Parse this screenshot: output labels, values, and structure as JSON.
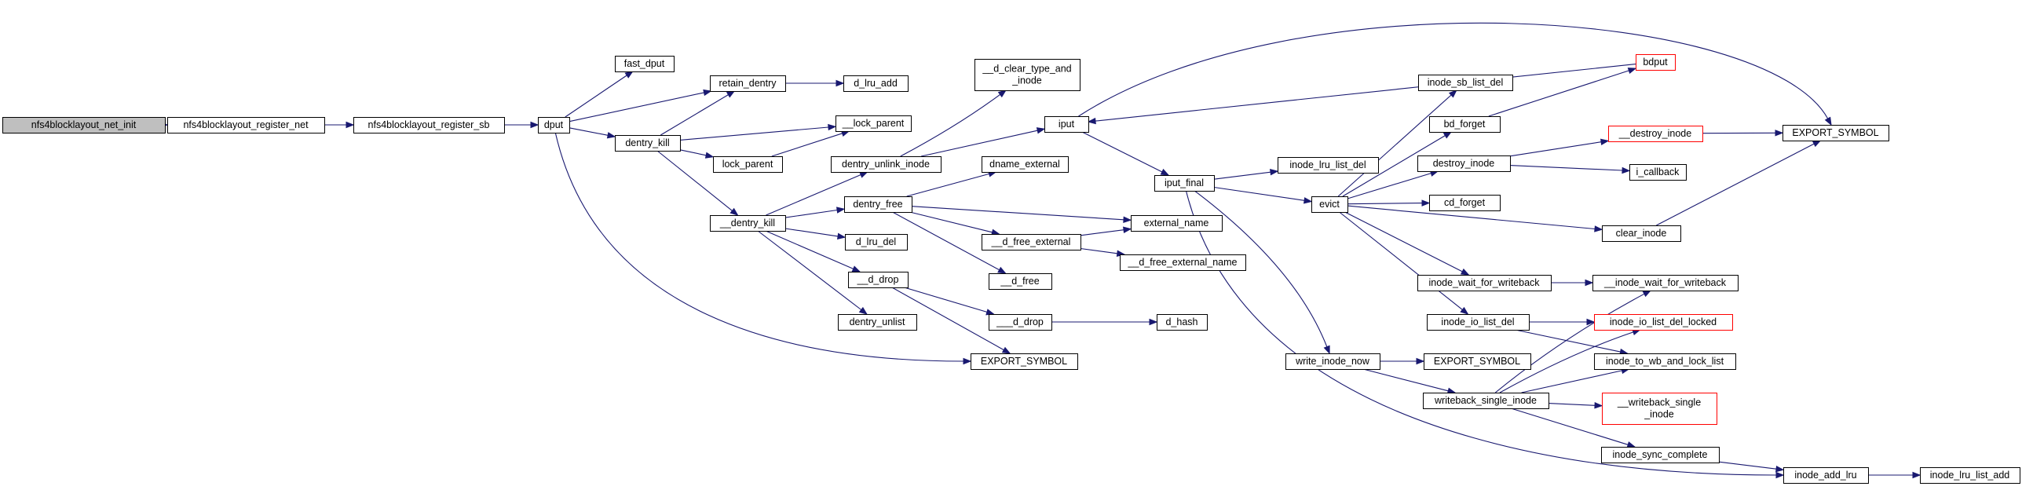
{
  "graph": {
    "nodes": [
      {
        "id": "nfs4blocklayout_net_init",
        "lines": [
          "nfs4blocklayout_net_init"
        ]
      },
      {
        "id": "nfs4blocklayout_register_net",
        "lines": [
          "nfs4blocklayout_register_net"
        ]
      },
      {
        "id": "nfs4blocklayout_register_sb",
        "lines": [
          "nfs4blocklayout_register_sb"
        ]
      },
      {
        "id": "dput",
        "lines": [
          "dput"
        ]
      },
      {
        "id": "fast_dput",
        "lines": [
          "fast_dput"
        ]
      },
      {
        "id": "retain_dentry",
        "lines": [
          "retain_dentry"
        ]
      },
      {
        "id": "d_lru_add",
        "lines": [
          "d_lru_add"
        ]
      },
      {
        "id": "dentry_kill",
        "lines": [
          "dentry_kill"
        ]
      },
      {
        "id": "__lock_parent",
        "lines": [
          "__lock_parent"
        ]
      },
      {
        "id": "lock_parent",
        "lines": [
          "lock_parent"
        ]
      },
      {
        "id": "__dentry_kill",
        "lines": [
          "__dentry_kill"
        ]
      },
      {
        "id": "__d_clear_type_and_inode",
        "lines": [
          "__d_clear_type_and",
          "_inode"
        ]
      },
      {
        "id": "dentry_unlink_inode",
        "lines": [
          "dentry_unlink_inode"
        ]
      },
      {
        "id": "dname_external",
        "lines": [
          "dname_external"
        ]
      },
      {
        "id": "dentry_free",
        "lines": [
          "dentry_free"
        ]
      },
      {
        "id": "d_lru_del",
        "lines": [
          "d_lru_del"
        ]
      },
      {
        "id": "__d_drop",
        "lines": [
          "__d_drop"
        ]
      },
      {
        "id": "dentry_unlist",
        "lines": [
          "dentry_unlist"
        ]
      },
      {
        "id": "export_symbol_1",
        "lines": [
          "EXPORT_SYMBOL"
        ]
      },
      {
        "id": "__d_free_external",
        "lines": [
          "__d_free_external"
        ]
      },
      {
        "id": "__d_free",
        "lines": [
          "__d_free"
        ]
      },
      {
        "id": "___d_drop",
        "lines": [
          "___d_drop"
        ]
      },
      {
        "id": "d_hash",
        "lines": [
          "d_hash"
        ]
      },
      {
        "id": "iput",
        "lines": [
          "iput"
        ]
      },
      {
        "id": "iput_final",
        "lines": [
          "iput_final"
        ]
      },
      {
        "id": "external_name",
        "lines": [
          "external_name"
        ]
      },
      {
        "id": "__d_free_external_name",
        "lines": [
          "__d_free_external_name"
        ]
      },
      {
        "id": "inode_lru_list_del",
        "lines": [
          "inode_lru_list_del"
        ]
      },
      {
        "id": "evict",
        "lines": [
          "evict"
        ]
      },
      {
        "id": "write_inode_now",
        "lines": [
          "write_inode_now"
        ]
      },
      {
        "id": "export_symbol_2",
        "lines": [
          "EXPORT_SYMBOL"
        ]
      },
      {
        "id": "writeback_single_inode",
        "lines": [
          "writeback_single_inode"
        ]
      },
      {
        "id": "bdput",
        "lines": [
          "bdput"
        ],
        "truncated": true
      },
      {
        "id": "inode_sb_list_del",
        "lines": [
          "inode_sb_list_del"
        ]
      },
      {
        "id": "bd_forget",
        "lines": [
          "bd_forget"
        ]
      },
      {
        "id": "destroy_inode",
        "lines": [
          "destroy_inode"
        ]
      },
      {
        "id": "cd_forget",
        "lines": [
          "cd_forget"
        ]
      },
      {
        "id": "clear_inode",
        "lines": [
          "clear_inode"
        ]
      },
      {
        "id": "inode_wait_for_writeback",
        "lines": [
          "inode_wait_for_writeback"
        ]
      },
      {
        "id": "inode_io_list_del",
        "lines": [
          "inode_io_list_del"
        ]
      },
      {
        "id": "inode_sync_complete",
        "lines": [
          "inode_sync_complete"
        ]
      },
      {
        "id": "__destroy_inode",
        "lines": [
          "__destroy_inode"
        ],
        "truncated": true
      },
      {
        "id": "i_callback",
        "lines": [
          "i_callback"
        ]
      },
      {
        "id": "__inode_wait_for_writeback",
        "lines": [
          "__inode_wait_for_writeback"
        ]
      },
      {
        "id": "inode_io_list_del_locked",
        "lines": [
          "inode_io_list_del_locked"
        ],
        "truncated": true
      },
      {
        "id": "inode_to_wb_and_lock_list",
        "lines": [
          "inode_to_wb_and_lock_list"
        ]
      },
      {
        "id": "__writeback_single_inode",
        "lines": [
          "__writeback_single",
          "_inode"
        ],
        "truncated": true
      },
      {
        "id": "inode_add_lru",
        "lines": [
          "inode_add_lru"
        ]
      },
      {
        "id": "export_symbol_3",
        "lines": [
          "EXPORT_SYMBOL"
        ]
      },
      {
        "id": "inode_lru_list_add",
        "lines": [
          "inode_lru_list_add"
        ]
      }
    ],
    "edges": [
      [
        "nfs4blocklayout_net_init",
        "nfs4blocklayout_register_net"
      ],
      [
        "nfs4blocklayout_register_net",
        "nfs4blocklayout_register_sb"
      ],
      [
        "nfs4blocklayout_register_sb",
        "dput"
      ],
      [
        "dput",
        "fast_dput"
      ],
      [
        "dput",
        "retain_dentry"
      ],
      [
        "dput",
        "dentry_kill"
      ],
      [
        "dput",
        "export_symbol_1"
      ],
      [
        "retain_dentry",
        "d_lru_add"
      ],
      [
        "dentry_kill",
        "retain_dentry"
      ],
      [
        "dentry_kill",
        "__lock_parent"
      ],
      [
        "dentry_kill",
        "lock_parent"
      ],
      [
        "dentry_kill",
        "__dentry_kill"
      ],
      [
        "lock_parent",
        "__lock_parent"
      ],
      [
        "__dentry_kill",
        "dentry_unlink_inode"
      ],
      [
        "__dentry_kill",
        "dentry_free"
      ],
      [
        "__dentry_kill",
        "d_lru_del"
      ],
      [
        "__dentry_kill",
        "__d_drop"
      ],
      [
        "__dentry_kill",
        "dentry_unlist"
      ],
      [
        "dentry_unlink_inode",
        "__d_clear_type_and_inode"
      ],
      [
        "dentry_unlink_inode",
        "iput"
      ],
      [
        "dentry_free",
        "dname_external"
      ],
      [
        "dentry_free",
        "external_name"
      ],
      [
        "dentry_free",
        "__d_free_external"
      ],
      [
        "dentry_free",
        "__d_free"
      ],
      [
        "__d_free_external",
        "external_name"
      ],
      [
        "__d_free_external",
        "__d_free_external_name"
      ],
      [
        "__d_drop",
        "___d_drop"
      ],
      [
        "__d_drop",
        "export_symbol_1"
      ],
      [
        "___d_drop",
        "d_hash"
      ],
      [
        "iput",
        "iput_final"
      ],
      [
        "iput",
        "export_symbol_3"
      ],
      [
        "bdput",
        "iput"
      ],
      [
        "iput_final",
        "inode_lru_list_del"
      ],
      [
        "iput_final",
        "evict"
      ],
      [
        "iput_final",
        "write_inode_now"
      ],
      [
        "iput_final",
        "inode_add_lru"
      ],
      [
        "evict",
        "inode_sb_list_del"
      ],
      [
        "evict",
        "bd_forget"
      ],
      [
        "evict",
        "destroy_inode"
      ],
      [
        "evict",
        "cd_forget"
      ],
      [
        "evict",
        "clear_inode"
      ],
      [
        "evict",
        "inode_wait_for_writeback"
      ],
      [
        "evict",
        "inode_io_list_del"
      ],
      [
        "bd_forget",
        "bdput"
      ],
      [
        "destroy_inode",
        "__destroy_inode"
      ],
      [
        "destroy_inode",
        "i_callback"
      ],
      [
        "__destroy_inode",
        "export_symbol_3"
      ],
      [
        "clear_inode",
        "export_symbol_3"
      ],
      [
        "inode_wait_for_writeback",
        "__inode_wait_for_writeback"
      ],
      [
        "inode_io_list_del",
        "inode_io_list_del_locked"
      ],
      [
        "inode_io_list_del",
        "inode_to_wb_and_lock_list"
      ],
      [
        "write_inode_now",
        "export_symbol_2"
      ],
      [
        "write_inode_now",
        "writeback_single_inode"
      ],
      [
        "writeback_single_inode",
        "__inode_wait_for_writeback"
      ],
      [
        "writeback_single_inode",
        "inode_io_list_del_locked"
      ],
      [
        "writeback_single_inode",
        "inode_to_wb_and_lock_list"
      ],
      [
        "writeback_single_inode",
        "__writeback_single_inode"
      ],
      [
        "writeback_single_inode",
        "inode_sync_complete"
      ],
      [
        "inode_sync_complete",
        "inode_add_lru"
      ],
      [
        "inode_add_lru",
        "inode_lru_list_add"
      ]
    ]
  },
  "colors": {
    "edge": "#191970",
    "root_fill": "#bfbfbf",
    "node_border": "#000000",
    "truncated_border": "#ff0000"
  }
}
